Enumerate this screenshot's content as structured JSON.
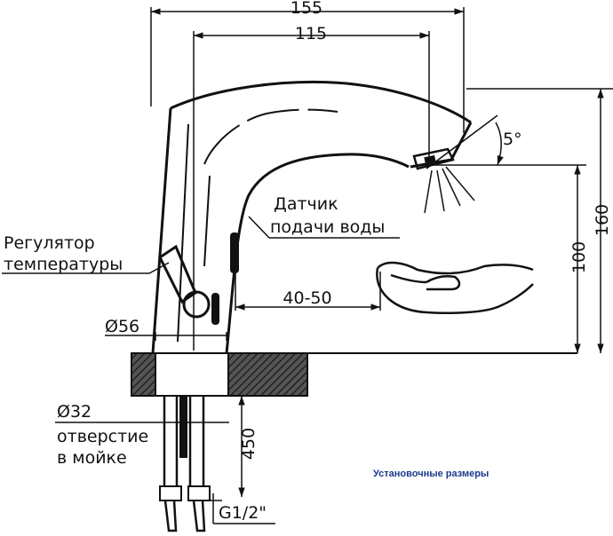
{
  "drawing": {
    "caption": "Установочные размеры",
    "colors": {
      "ink": "#111111",
      "caption": "#1b3a8c",
      "section_fill": "#3a3a3a"
    },
    "dimensions": {
      "overall_width": "155",
      "spout_reach": "115",
      "tilt_angle": "5°",
      "total_height": "160",
      "outlet_height": "100",
      "sensor_range": "40-50",
      "base_diameter": "Ø56",
      "hole_diameter": "Ø32",
      "hose_length": "450",
      "thread": "G1/2\""
    },
    "labels": {
      "temperature_regulator": [
        "Регулятор",
        "температуры"
      ],
      "water_sensor": [
        "Датчик",
        "подачи воды"
      ],
      "sink_hole": [
        "отверстие",
        "в мойке"
      ]
    }
  }
}
